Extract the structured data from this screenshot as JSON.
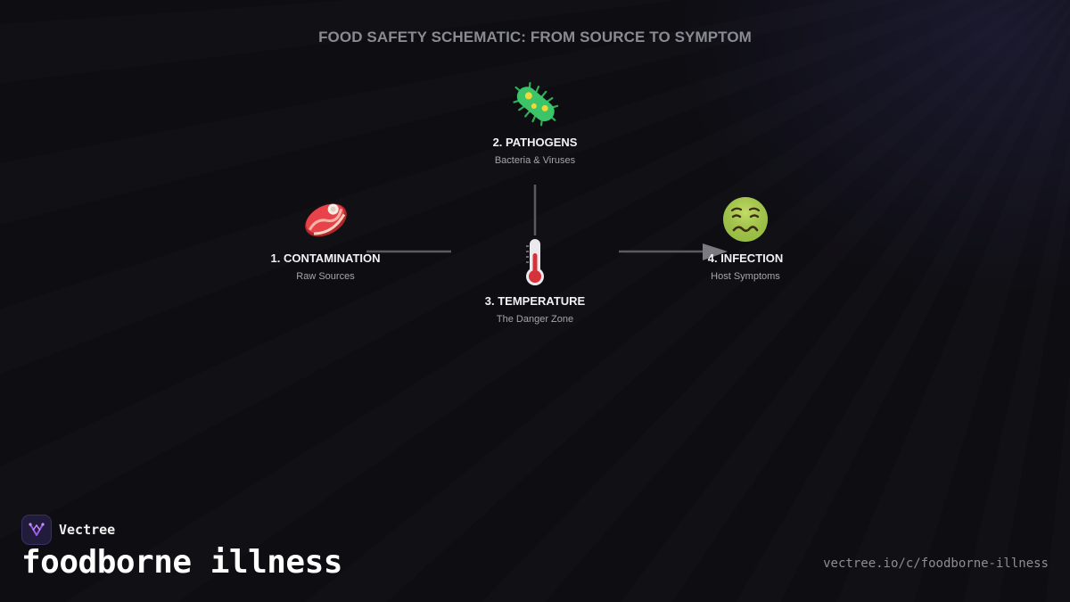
{
  "diagram": {
    "title": "FOOD SAFETY SCHEMATIC: FROM SOURCE TO SYMPTOM",
    "nodes": [
      {
        "icon": "meat-icon",
        "label": "1. CONTAMINATION",
        "sublabel": "Raw Sources"
      },
      {
        "icon": "microbe-icon",
        "label": "2. PATHOGENS",
        "sublabel": "Bacteria & Viruses"
      },
      {
        "icon": "thermometer-icon",
        "label": "3. TEMPERATURE",
        "sublabel": "The Danger Zone"
      },
      {
        "icon": "nauseated-face-icon",
        "label": "4. INFECTION",
        "sublabel": "Host Symptoms"
      }
    ],
    "connector_color": "#5a5a60"
  },
  "footer": {
    "brand": "Vectree",
    "topic": "foodborne illness",
    "url": "vectree.io/c/foodborne-illness"
  },
  "colors": {
    "background": "#0e0d12",
    "title": "#8a8a92",
    "brand_accent": "#9b5de5"
  }
}
